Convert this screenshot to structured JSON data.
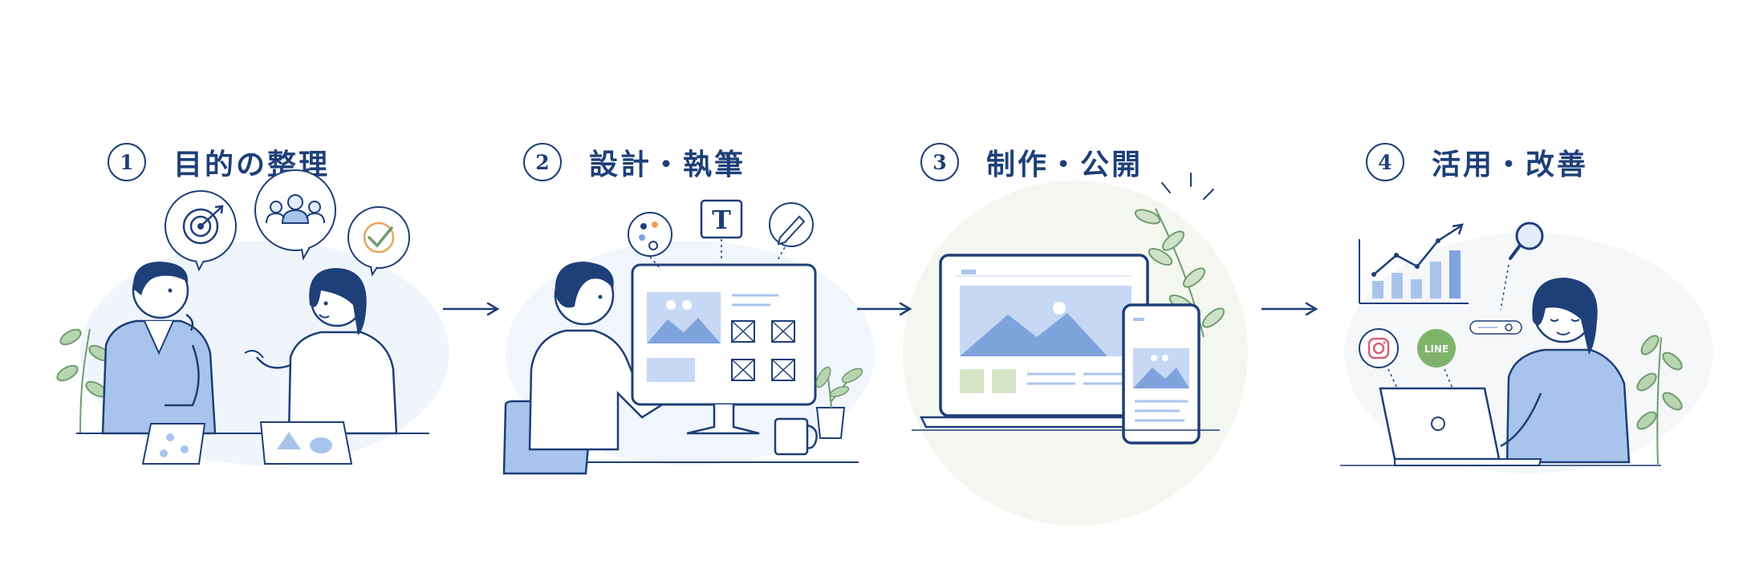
{
  "steps": [
    {
      "number": "1",
      "title": "目的の整理"
    },
    {
      "number": "2",
      "title": "設計・執筆"
    },
    {
      "number": "3",
      "title": "制作・公開"
    },
    {
      "number": "4",
      "title": "活用・改善"
    }
  ],
  "icons": {
    "step1": [
      "target-icon",
      "people-icon",
      "checkmark-icon"
    ],
    "step2": [
      "palette-icon",
      "text-icon",
      "pencil-icon"
    ],
    "step3": [
      "sparkle-icon"
    ],
    "step4": [
      "search-icon",
      "instagram-icon",
      "line-icon",
      "bar-chart-icon",
      "search-bar-icon"
    ]
  },
  "line_badge": "LINE",
  "text_icon_glyph": "T",
  "colors": {
    "navy": "#1e3f78",
    "blue_light": "#a9c4ec",
    "blue_pale": "#e3ecf9",
    "green_badge": "#7fb36a",
    "leaf_green": "#9cc59a",
    "orange_accent": "#e9a45a"
  }
}
